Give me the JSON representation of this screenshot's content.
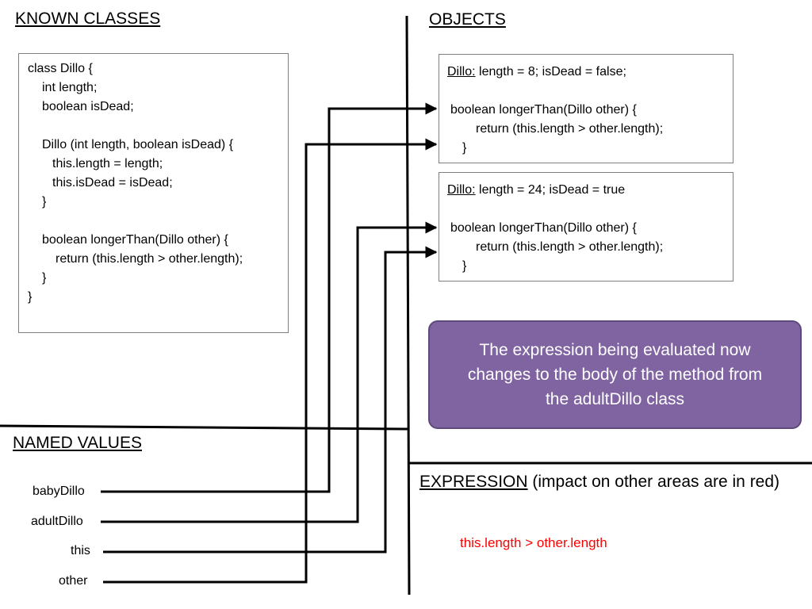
{
  "headers": {
    "known_classes": "KNOWN CLASSES",
    "objects": "OBJECTS",
    "named_values": "NAMED VALUES",
    "expression_label": "EXPRESSION",
    "expression_note": "(impact on other areas are in red)"
  },
  "class_box": {
    "lines": [
      "class Dillo {",
      "int length;",
      "boolean isDead;",
      "Dillo (int length, boolean isDead) {",
      "this.length = length;",
      "this.isDead = isDead;",
      "}",
      "boolean longerThan(Dillo other) {",
      "return (this.length > other.length);",
      "}",
      "}"
    ]
  },
  "objects": [
    {
      "type_label": "Dillo:",
      "fields": "length = 8; isDead = false;",
      "method_lines": [
        "boolean longerThan(Dillo other) {",
        "return (this.length > other.length);",
        "}"
      ]
    },
    {
      "type_label": "Dillo:",
      "fields": "length = 24; isDead = true",
      "method_lines": [
        "boolean longerThan(Dillo other) {",
        "return (this.length > other.length);",
        "}"
      ]
    }
  ],
  "callout": {
    "lines": [
      "The expression being evaluated now",
      "changes to the body of the method from",
      "the adultDillo class"
    ]
  },
  "named_values": [
    "babyDillo",
    "adultDillo",
    "this",
    "other"
  ],
  "expression": {
    "current": "this.length > other.length"
  },
  "bindings": [
    {
      "name": "babyDillo",
      "target": "length = 8"
    },
    {
      "name": "adultDillo",
      "target": "length = 24"
    },
    {
      "name": "this",
      "target": "length = 24"
    },
    {
      "name": "other",
      "target": "length = 8"
    }
  ],
  "colors": {
    "callout_fill": "#8064a2",
    "callout_border": "#5f497a",
    "box_border": "#7f7f7f",
    "expression_text": "#ff0000"
  }
}
